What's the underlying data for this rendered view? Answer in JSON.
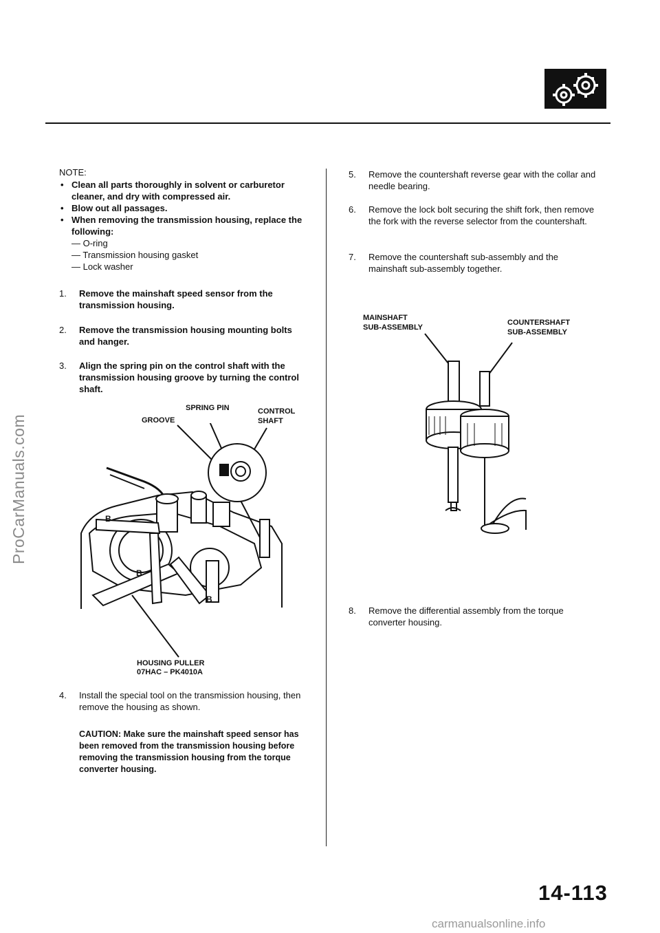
{
  "watermark": "ProCarManuals.com",
  "footer_watermark": "carmanualsonline.info",
  "page_number": "14-113",
  "icon": "transmission-gears-icon",
  "note": {
    "title": "NOTE:",
    "items": [
      "Clean all parts thoroughly in solvent or carburetor cleaner, and dry with compressed air.",
      "Blow out all passages.",
      "When removing the transmission housing, replace the following:"
    ],
    "subitems": [
      "— O-ring",
      "— Transmission housing gasket",
      "— Lock washer"
    ]
  },
  "steps_left": [
    {
      "num": "1.",
      "text": "Remove the mainshaft speed sensor from the transmission housing."
    },
    {
      "num": "2.",
      "text": "Remove the transmission housing mounting bolts and hanger."
    },
    {
      "num": "3.",
      "text": "Align the spring pin on the control shaft with the transmission housing groove by turning the control shaft."
    },
    {
      "num": "4.",
      "text": "Install the special tool on the transmission housing, then remove the housing as shown."
    }
  ],
  "caution": "CAUTION: Make sure the mainshaft speed sensor has been removed from the transmission housing before removing the transmission housing from the torque converter housing.",
  "figure1": {
    "spring_pin": "SPRING PIN",
    "groove": "GROOVE",
    "control_shaft_1": "CONTROL",
    "control_shaft_2": "SHAFT",
    "tool_1": "HOUSING PULLER",
    "tool_2": "07HAC – PK4010A",
    "marker": "B"
  },
  "steps_right": [
    {
      "num": "5.",
      "text": "Remove the countershaft reverse gear with the collar and needle bearing."
    },
    {
      "num": "6.",
      "text": "Remove the lock bolt securing the shift fork, then remove the fork with the reverse selector from the countershaft."
    },
    {
      "num": "7.",
      "text": "Remove the countershaft sub-assembly and the mainshaft sub-assembly together."
    },
    {
      "num": "8.",
      "text": "Remove the differential assembly from the torque converter housing."
    }
  ],
  "figure2": {
    "main_1": "MAINSHAFT",
    "main_2": "SUB-ASSEMBLY",
    "counter_1": "COUNTERSHAFT",
    "counter_2": "SUB-ASSEMBLY"
  }
}
